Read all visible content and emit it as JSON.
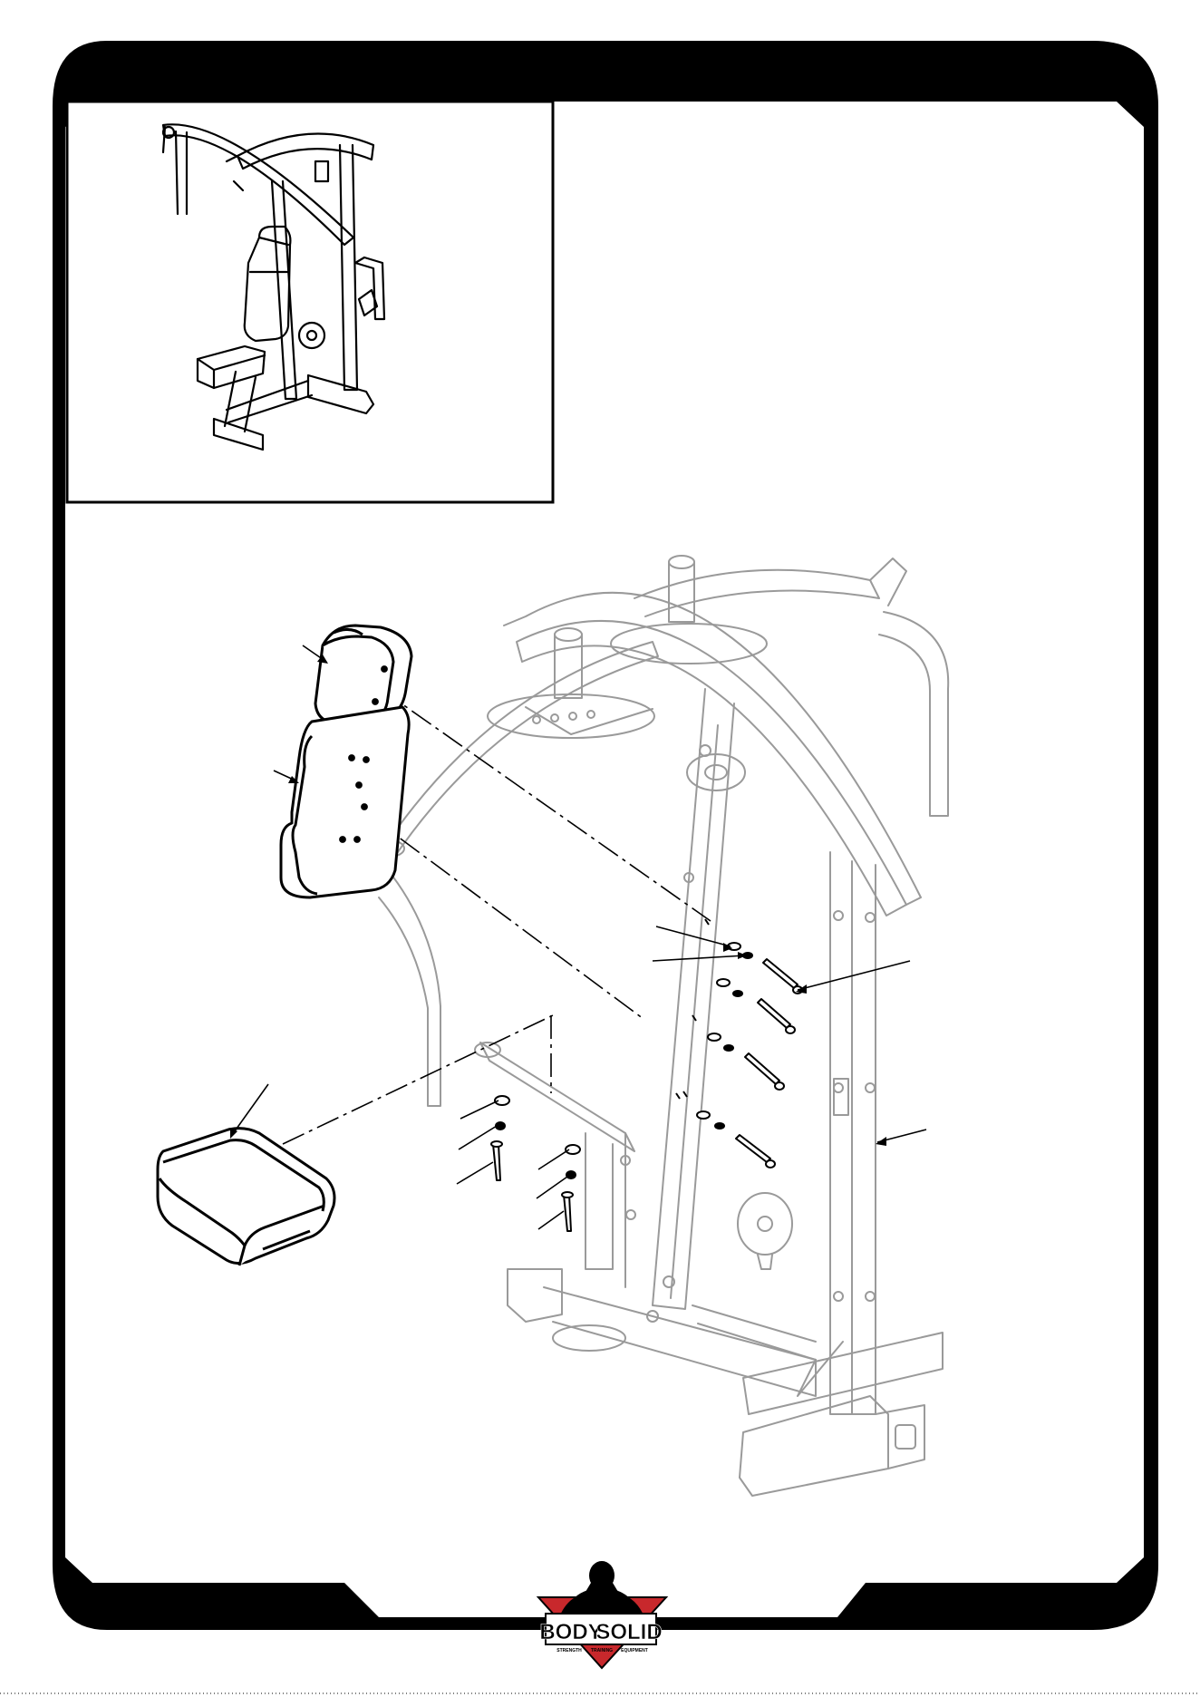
{
  "brand": {
    "name": "BODY SOLID",
    "word1": "BODY",
    "word2": "SOLID",
    "tagline_left": "STRENGTH",
    "tagline_mid": "TRAINING",
    "tagline_right": "EQUIPMENT",
    "colors": {
      "red": "#c8282c",
      "black": "#000000",
      "white": "#ffffff"
    }
  },
  "frame": {
    "border_color": "#000000"
  },
  "diagram": {
    "subject": "exploded assembly view: back pad, seat pad, bolts, washers and frame",
    "line_color": "#000000",
    "ghost_color": "#9a9a9a"
  }
}
